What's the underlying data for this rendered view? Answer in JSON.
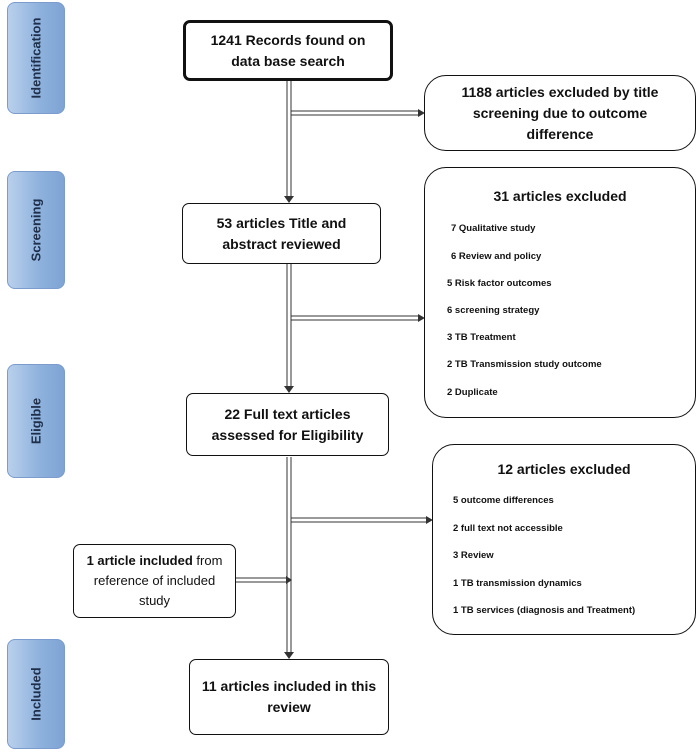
{
  "phases": {
    "identification": "Identification",
    "screening": "Screening",
    "eligible": "Eligible",
    "included": "Included"
  },
  "boxes": {
    "records": [
      "1241 Records found on",
      "data base search"
    ],
    "title_excluded": [
      "1188 articles excluded by title",
      "screening due to outcome",
      "difference"
    ],
    "abstract": [
      "53 articles Title and",
      "abstract reviewed"
    ],
    "full_text": [
      "22 Full text articles",
      "assessed for Eligibility"
    ],
    "reference": {
      "bold": "1 article included",
      "rest": " from",
      "line2": "reference of included",
      "line3": "study"
    },
    "final": [
      "11 articles included in this",
      "review"
    ]
  },
  "excluded_31": {
    "heading": "31 articles excluded",
    "items": [
      "7 Qualitative study",
      "6 Review and policy",
      "5 Risk factor outcomes",
      "6   screening strategy",
      "3 TB Treatment",
      "2 TB Transmission study outcome",
      "2 Duplicate"
    ]
  },
  "excluded_12": {
    "heading": "12 articles excluded",
    "items": [
      "5 outcome differences",
      "2 full text not accessible",
      "3 Review",
      "1 TB transmission dynamics",
      "1 TB services (diagnosis and Treatment)"
    ]
  }
}
